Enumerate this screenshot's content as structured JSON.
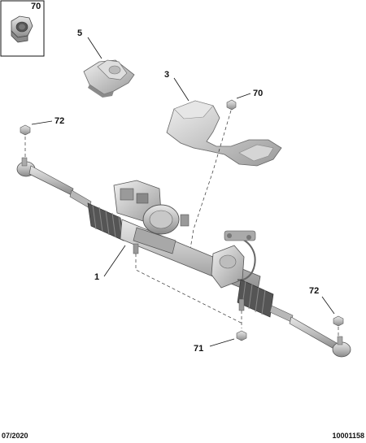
{
  "callouts": {
    "c70_box": "70",
    "c5": "5",
    "c3": "3",
    "c70": "70",
    "c72_left": "72",
    "c1": "1",
    "c72_right": "72",
    "c71": "71"
  },
  "footer": {
    "date": "07/2020",
    "reference": "10001158"
  },
  "colors": {
    "part_fill": "#cfcfcf",
    "part_dark": "#8c8c8c",
    "part_shadow": "#6a6a6a",
    "line": "#111111"
  }
}
